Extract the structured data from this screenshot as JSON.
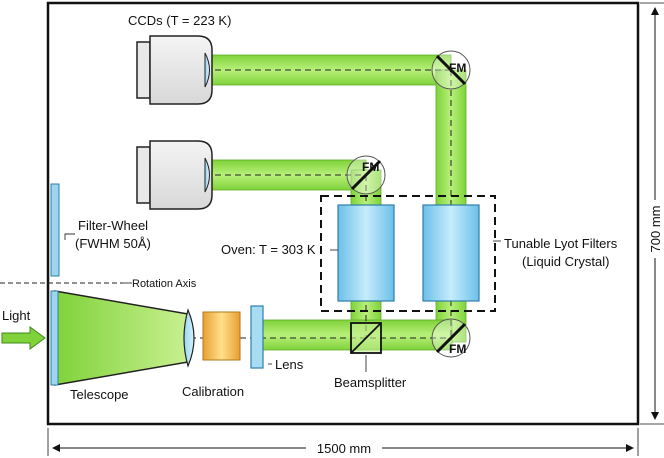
{
  "diagram": {
    "labels": {
      "ccds": "CCDs (T = 223 K)",
      "filter_wheel_line1": "Filter-Wheel",
      "filter_wheel_line2": "(FWHM 50Å)",
      "oven": "Oven: T = 303 K",
      "lyot_line1": "Tunable Lyot Filters",
      "lyot_line2": "(Liquid Crystal)",
      "rotation_axis": "Rotation Axis",
      "light": "Light",
      "telescope": "Telescope",
      "calibration": "Calibration",
      "lens": "Lens",
      "beamsplitter": "Beamsplitter",
      "fm_top": "FM",
      "fm_middle": "FM",
      "fm_bottom": "FM",
      "height_dim": "700 mm",
      "width_dim": "1500 mm"
    },
    "colors": {
      "beam": "#8fe04a",
      "beam_edge": "#5fae2a",
      "lyot_filter": "#8fd0f0",
      "filter_wheel": "#9fd4f0",
      "calibration": "#f2b84a",
      "frame": "#111111"
    }
  }
}
